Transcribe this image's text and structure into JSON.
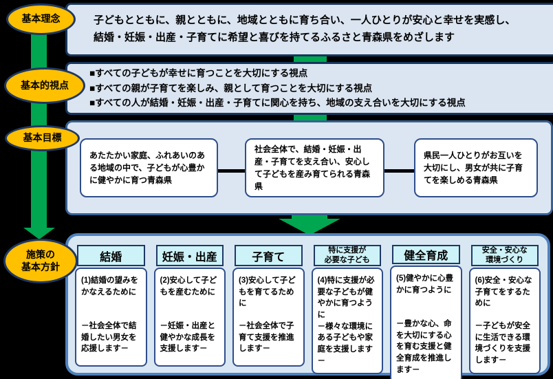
{
  "diagram": {
    "ovals": {
      "philosophy": "基本理念",
      "viewpoints": "基本的視点",
      "goals": "基本目標",
      "policy": "施策の\n基本方針"
    },
    "philosophy_box": {
      "line1": "子どもとともに、親とともに、地域とともに育ち合い、一人ひとりが安心と幸せを実感し、",
      "line2": "結婚・妊娠・出産・子育てに希望と喜びを持てるふるさと青森県をめざします"
    },
    "viewpoints_box": {
      "items": [
        "■すべての子どもが幸せに育つことを大切にする視点",
        "■すべての親が子育てを楽しみ、親として育つことを大切にする視点",
        "■すべての人が結婚・妊娠・出産・子育てに関心を持ち、地域の支え合いを大切にする視点"
      ]
    },
    "goal_boxes": [
      "あたたかい家庭、ふれあいのある地域の中で、子どもが心豊かに健やかに育つ青森県",
      "社会全体で、結婚・妊娠・出産・子育てを支え合い、安心して子どもを産み育てられる青森県",
      "県民一人ひとりがお互いを大切にし、男女が共に子育てを楽しめる青森県"
    ],
    "policy_columns": [
      {
        "header": "結婚",
        "heading": "(1)結婚の望みをかなえるために",
        "detail": "－社会全体で結婚したい男女を応援します－"
      },
      {
        "header": "妊娠・出産",
        "heading": "(2)安心して子どもを産むために",
        "detail": "－妊娠・出産と健やかな成長を支援します－"
      },
      {
        "header": "子育て",
        "heading": "(3)安心して子どもを育てるために",
        "detail": "－社会全体で子育て支援を推進します－"
      },
      {
        "header": "特に支援が\n必要な子ども",
        "heading": "(4)特に支援が必要な子どもが健やかに育つように",
        "detail": "－様々な環境にある子どもや家庭を支援します－"
      },
      {
        "header": "健全育成",
        "heading": "(5)健やかに心豊かに育つように",
        "detail": "－豊かな心、命を大切にする心を育む支援と健全育成を推進します－"
      },
      {
        "header": "安全・安心な\n環境づくり",
        "heading": "(6)安全・安心な子育てをするために",
        "detail": "－子どもが安全に生活できる環境づくりを支援します－"
      }
    ],
    "colors": {
      "background": "#000000",
      "oval_fill": "#ffc000",
      "flow_green": "#00a650",
      "box_fill": "#dbe5f1",
      "navy_border": "#17365d",
      "container_border": "#4f81bd",
      "policy_header_fill": "#cdf2f8"
    }
  }
}
